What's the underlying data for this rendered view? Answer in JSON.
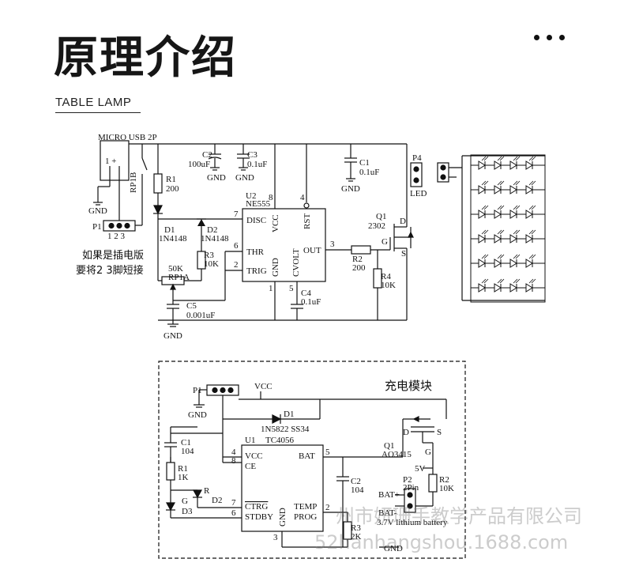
{
  "header": {
    "title": "原理介绍",
    "subtitle": "TABLE LAMP"
  },
  "menu": {
    "icon": "more-dots-icon"
  },
  "lamp_circuit": {
    "labels": {
      "micro_usb": "MICRO USB 2P",
      "usb_pins": "1 +",
      "rp1b": "RP1B",
      "r1": "R1",
      "r1_val": "200",
      "c2": "C2",
      "c2_val": "100uF",
      "c3": "C3",
      "c3_val": "0.1uF",
      "c1": "C1",
      "c1_val": "0.1uF",
      "p4": "P4",
      "led": "LED",
      "gnd": "GND",
      "u2": "U2",
      "u2_val": "NE555",
      "pin8": "8",
      "pin4": "4",
      "pin7": "7",
      "pin6": "6",
      "pin2": "2",
      "pin3": "3",
      "pin1": "1",
      "pin5": "5",
      "disc": "DISC",
      "vcc": "VCC",
      "rst": "RST",
      "thr": "THR",
      "trig": "TRIG",
      "out": "OUT",
      "cvolt": "CVOLT",
      "gnd_pin": "GND",
      "d1": "D1",
      "d1_val": "1N4148",
      "d2": "D2",
      "d2_val": "1N4148",
      "r3": "R3",
      "r3_val": "10K",
      "rp1a_val": "50K",
      "rp1a": "RP1A",
      "c5": "C5",
      "c5_val": "0.001uF",
      "c4": "C4",
      "c4_val": "0.1uF",
      "r2": "R2",
      "r2_val": "200",
      "r4": "R4",
      "r4_val": "10K",
      "q1": "Q1",
      "q1_val": "2302",
      "d": "D",
      "g": "G",
      "s": "S",
      "p1": "P1",
      "p1_pins": "1 2 3",
      "note1": "如果是插电版",
      "note2": "要将2 3脚短接"
    }
  },
  "charging_module": {
    "title": "充电模块",
    "labels": {
      "p1": "P1",
      "vcc": "VCC",
      "gnd": "GND",
      "d1": "D1",
      "d1_val": "1N5822 SS34",
      "c1": "C1",
      "c1_val": "104",
      "u1": "U1",
      "u1_val": "TC4056",
      "pin4": "4",
      "pin8": "8",
      "pin5": "5",
      "pin7": "7",
      "pin6": "6",
      "pin2": "2",
      "pin3": "3",
      "vcc_pin": "VCC",
      "ce": "CE",
      "bat": "BAT",
      "ctrg": "CTRG",
      "stdby": "STDBY",
      "temp": "TEMP",
      "prog": "PROG",
      "gnd_pin": "GND",
      "r1": "R1",
      "r1_val": "1K",
      "g": "G",
      "r": "R",
      "d2": "D2",
      "d3": "D3",
      "c2": "C2",
      "c2_val": "104",
      "q1": "Q1",
      "q1_val": "AO3415",
      "d": "D",
      "s": "S",
      "g2": "G",
      "v5": "5V",
      "r2": "R2",
      "r2_val": "10K",
      "bat_plus": "BAT+",
      "bat_minus": "BAT-",
      "p2": "P2",
      "p2_val": "2Pin",
      "battery": "3.7V lithium battery",
      "r3": "R3",
      "r3_val": "2K",
      "gnd2": "GND"
    }
  },
  "watermark": {
    "line1": "州市妍珊手教学产品有限公司",
    "line2": "52hanhangshou.1688.com"
  }
}
